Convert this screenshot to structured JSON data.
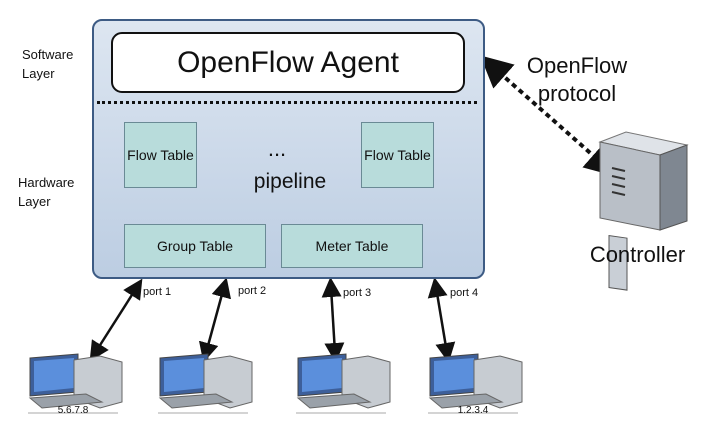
{
  "layers": {
    "software": "Software Layer",
    "hardware": "Hardware Layer"
  },
  "agent": "OpenFlow Agent",
  "pipeline": {
    "flow_table_left": "Flow Table",
    "flow_table_right": "Flow Table",
    "ellipsis": "...",
    "label": "pipeline"
  },
  "group_table": "Group Table",
  "meter_table": "Meter Table",
  "protocol_label": "OpenFlow protocol",
  "controller_label": "Controller",
  "ports": [
    "port 1",
    "port 2",
    "port 3",
    "port 4"
  ],
  "hosts": [
    "5.6.7.8",
    "",
    "",
    "1.2.3.4"
  ],
  "colors": {
    "switch_fill": "#c9d7e9",
    "switch_border": "#3d5b84",
    "table_fill": "#b8dcdb",
    "arrow_blue": "#4a78b5"
  }
}
